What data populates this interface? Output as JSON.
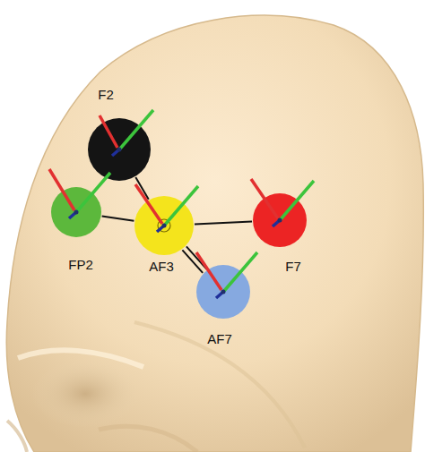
{
  "diagram": {
    "nodes": [
      {
        "text": [
          "F2"
        ]
      },
      {
        "text": [
          "FP2"
        ]
      },
      {
        "text": [
          "AF3"
        ]
      },
      {
        "text": [
          "F7"
        ]
      },
      {
        "text": [
          "AF7"
        ]
      }
    ],
    "edges": [
      {
        "from": 0,
        "to": 2,
        "arrow": "none"
      },
      {
        "from": 1,
        "to": 2,
        "arrow": "none"
      },
      {
        "from": 2,
        "to": 3,
        "arrow": "none"
      },
      {
        "from": 2,
        "to": 4,
        "arrow": "none"
      }
    ]
  }
}
